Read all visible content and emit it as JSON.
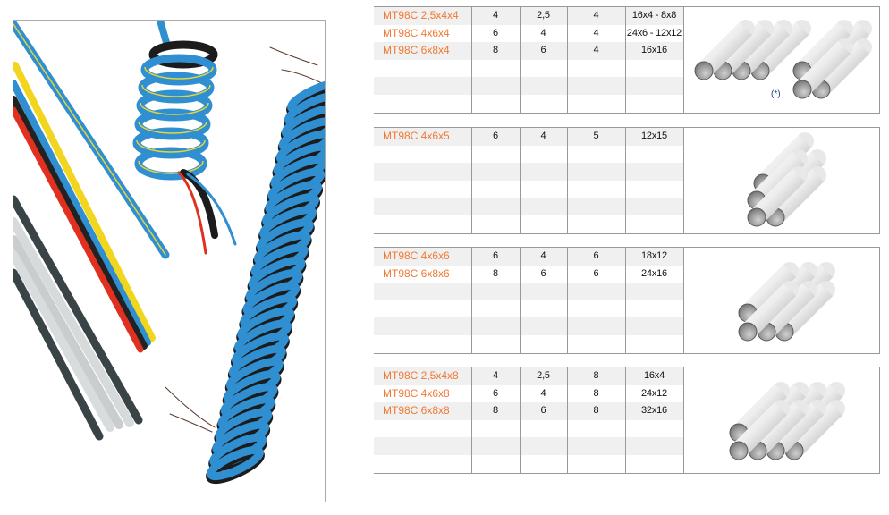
{
  "tables": [
    {
      "rows": [
        {
          "model": "MT98C 2,5x4x4",
          "c1": "4",
          "c2": "2,5",
          "c3": "4",
          "c4": "16x4 - 8x8"
        },
        {
          "model": "MT98C 4x6x4",
          "c1": "6",
          "c2": "4",
          "c3": "4",
          "c4": "24x6 - 12x12"
        },
        {
          "model": "MT98C 6x8x4",
          "c1": "8",
          "c2": "6",
          "c3": "4",
          "c4": "16x16"
        }
      ],
      "note": "(*)"
    },
    {
      "rows": [
        {
          "model": "MT98C 4x6x5",
          "c1": "6",
          "c2": "4",
          "c3": "5",
          "c4": "12x15"
        }
      ]
    },
    {
      "rows": [
        {
          "model": "MT98C 4x6x6",
          "c1": "6",
          "c2": "4",
          "c3": "6",
          "c4": "18x12"
        },
        {
          "model": "MT98C 6x8x6",
          "c1": "8",
          "c2": "6",
          "c3": "6",
          "c4": "24x16"
        }
      ]
    },
    {
      "rows": [
        {
          "model": "MT98C 2,5x4x8",
          "c1": "4",
          "c2": "2,5",
          "c3": "8",
          "c4": "16x4"
        },
        {
          "model": "MT98C 4x6x8",
          "c1": "6",
          "c2": "4",
          "c3": "8",
          "c4": "24x12"
        },
        {
          "model": "MT98C 6x8x8",
          "c1": "8",
          "c2": "6",
          "c3": "8",
          "c4": "32x16"
        }
      ]
    }
  ],
  "colors": {
    "model_text": "#ef7a35",
    "row_shade": "#f0f0f0",
    "rule": "#999999",
    "note": "#1a3a8a"
  }
}
